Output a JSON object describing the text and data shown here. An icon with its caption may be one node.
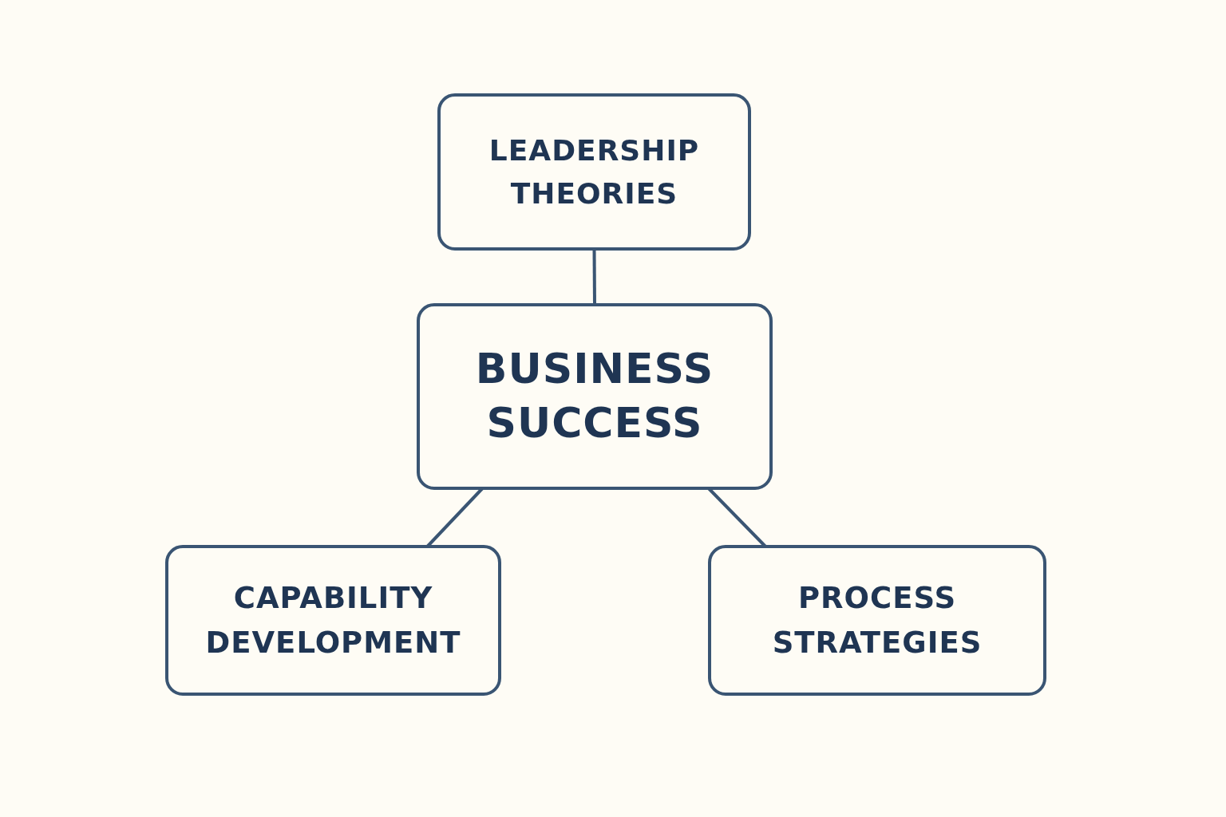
{
  "diagram": {
    "nodes": [
      {
        "text": [
          "LEADERSHIP THEORIES"
        ]
      },
      {
        "text": [
          "BUSINESS SUCCESS"
        ]
      },
      {
        "text": [
          "CAPABILITY DEVELOPMENT"
        ]
      },
      {
        "text": [
          "PROCESS STRATEGIES"
        ]
      }
    ],
    "edges": [
      {
        "from": 0,
        "to": 1,
        "arrow": "none"
      },
      {
        "from": 1,
        "to": 2,
        "arrow": "none"
      },
      {
        "from": 1,
        "to": 3,
        "arrow": "none"
      }
    ]
  }
}
